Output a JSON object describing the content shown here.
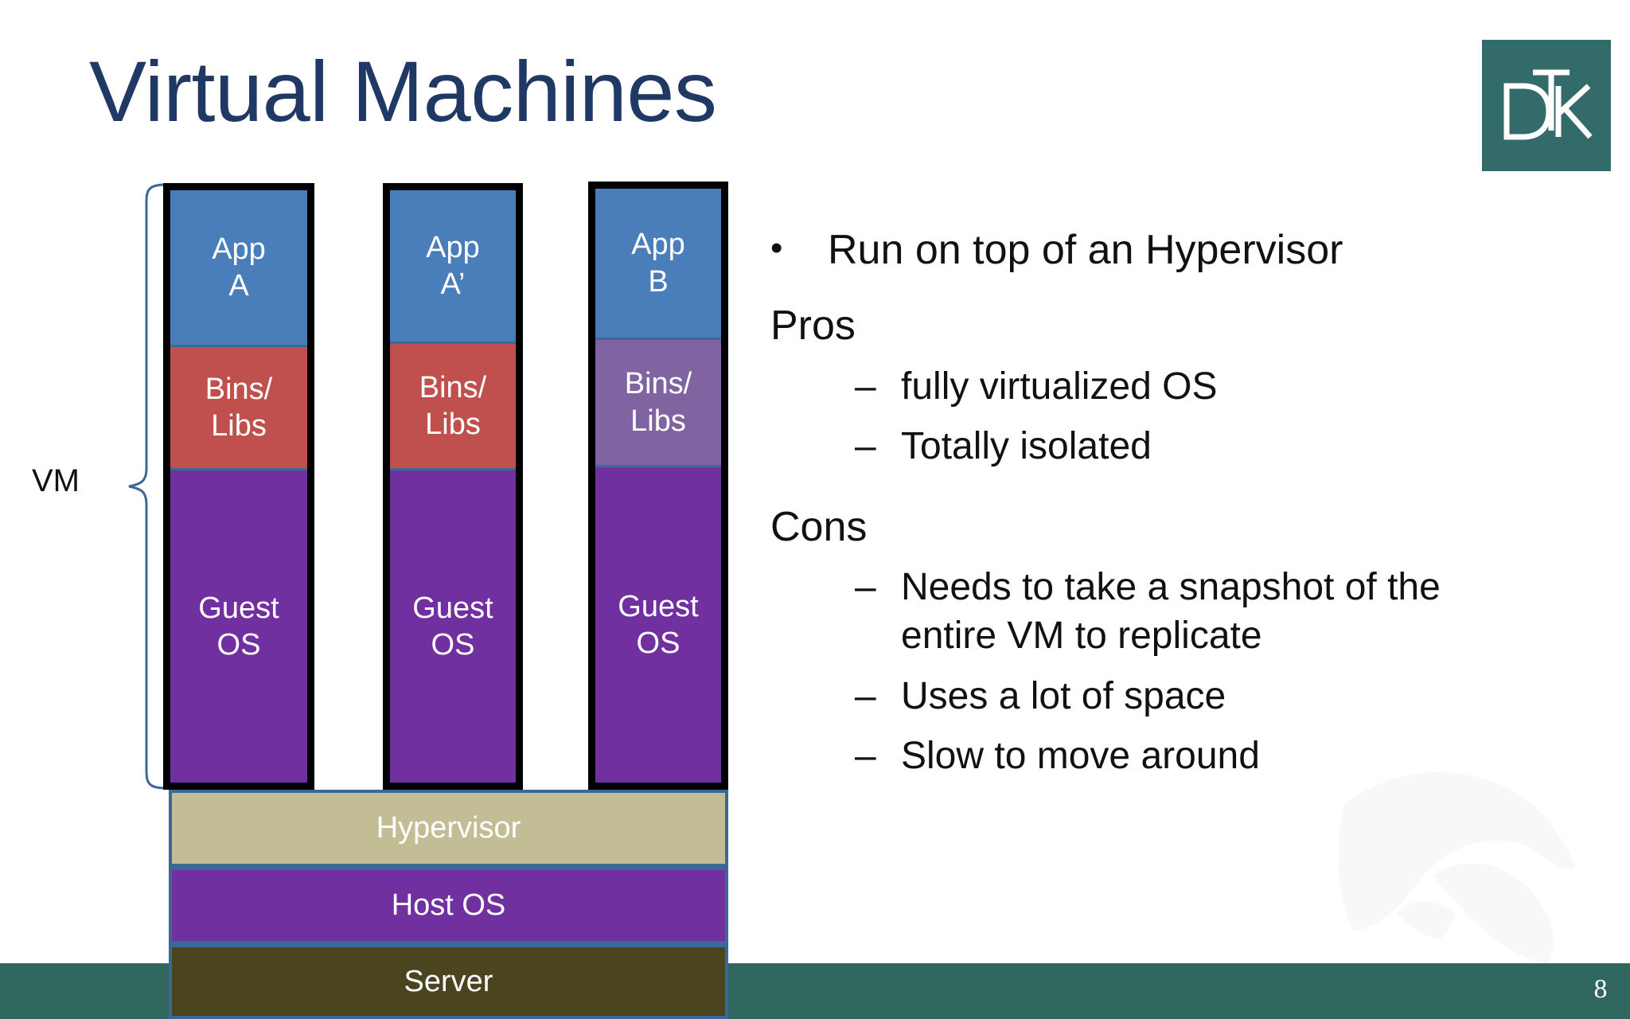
{
  "slide": {
    "title": "Virtual Machines",
    "page_number": "8",
    "background_color": "#FFFFFF",
    "footer_color": "#2F665E",
    "title_color": "#1F3864"
  },
  "logo": {
    "name": "DTK",
    "letters": [
      "D",
      "T",
      "K"
    ],
    "background_color": "#336B6B",
    "text_color": "#FFFFFF"
  },
  "diagram": {
    "bracket_label": "VM",
    "bracket_color": "#3A6898",
    "colors": {
      "app": "#4A7EBB",
      "bins_libs": "#C0504D",
      "bins_libs_alt": "#8064A2",
      "guest_os": "#7030A0",
      "hypervisor": "#C3BD96",
      "host_os": "#7030A0",
      "server": "#4A441F",
      "outline": "#000000",
      "cell_border": "#3A6898"
    },
    "columns": [
      {
        "id": "vm-1",
        "cells": [
          {
            "id": "app",
            "lines": [
              "App",
              "A"
            ],
            "style": "app"
          },
          {
            "id": "bins-libs",
            "lines": [
              "Bins/",
              "Libs"
            ],
            "style": "bins"
          },
          {
            "id": "guest-os",
            "lines": [
              "Guest",
              "OS"
            ],
            "style": "guest"
          }
        ]
      },
      {
        "id": "vm-2",
        "cells": [
          {
            "id": "app",
            "lines": [
              "App",
              "A’"
            ],
            "style": "app"
          },
          {
            "id": "bins-libs",
            "lines": [
              "Bins/",
              "Libs"
            ],
            "style": "bins"
          },
          {
            "id": "guest-os",
            "lines": [
              "Guest",
              "OS"
            ],
            "style": "guest"
          }
        ]
      },
      {
        "id": "vm-3",
        "cells": [
          {
            "id": "app",
            "lines": [
              "App",
              "B"
            ],
            "style": "app"
          },
          {
            "id": "bins-libs",
            "lines": [
              "Bins/",
              "Libs"
            ],
            "style": "bins-alt"
          },
          {
            "id": "guest-os",
            "lines": [
              "Guest",
              "OS"
            ],
            "style": "guest"
          }
        ]
      }
    ],
    "base_layers": [
      {
        "id": "hypervisor",
        "label": "Hypervisor"
      },
      {
        "id": "host-os",
        "label": "Host OS"
      },
      {
        "id": "server",
        "label": "Server"
      }
    ]
  },
  "content": {
    "intro": {
      "marker": "•",
      "text": "Run on top of an Hypervisor"
    },
    "pros": {
      "heading": "Pros",
      "items": [
        {
          "marker": "–",
          "text": "fully virtualized OS"
        },
        {
          "marker": "–",
          "text": "Totally isolated"
        }
      ]
    },
    "cons": {
      "heading": "Cons",
      "items": [
        {
          "marker": "–",
          "text": "Needs to take a snapshot of the entire VM to replicate"
        },
        {
          "marker": "–",
          "text": "Uses a lot of space"
        },
        {
          "marker": "–",
          "text": "Slow to move around"
        }
      ]
    }
  }
}
